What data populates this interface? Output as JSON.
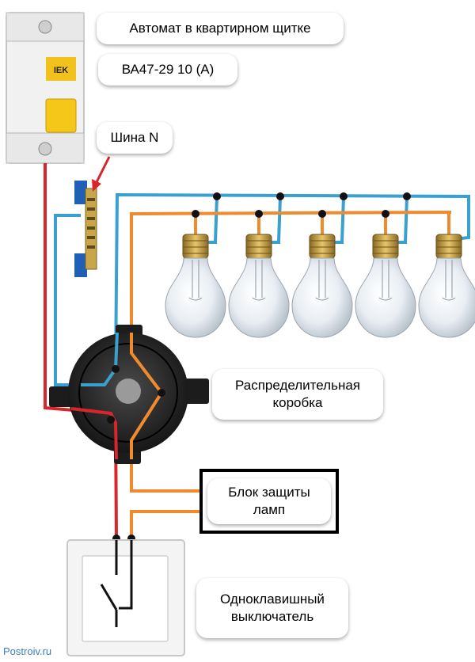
{
  "labels": {
    "breaker": "Автомат в квартирном щитке",
    "breaker_model": "ВА47-29 10 (А)",
    "neutral_bus": "Шина N",
    "junction_box_line1": "Распределительная",
    "junction_box_line2": "коробка",
    "lamp_protection_line1": "Блок защиты",
    "lamp_protection_line2": "ламп",
    "switch_line1": "Одноклавишный",
    "switch_line2": "выключатель"
  },
  "breaker_brand": "IEK",
  "watermark": "Postroiv.ru",
  "lamp_count": 5,
  "colors": {
    "phase_wire": "#d9262b",
    "neutral_wire": "#3aa0cf",
    "switched_wire": "#ef8a2e",
    "lamp_protection_frame": "#000000"
  }
}
